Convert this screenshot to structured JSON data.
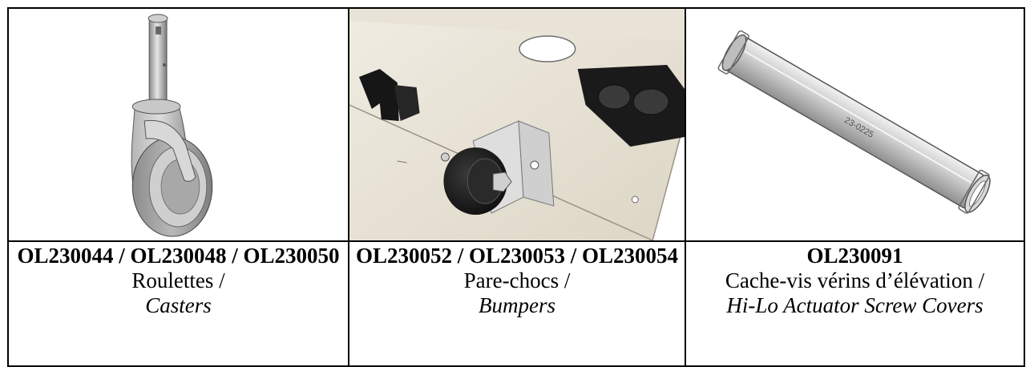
{
  "parts": [
    {
      "part_number": "OL230044 / OL230048 / OL230050",
      "description_fr": "Roulettes /",
      "description_en": "Casters",
      "image_icon": "caster-wheel-icon"
    },
    {
      "part_number": "OL230052 / OL230053 / OL230054",
      "description_fr": "Pare-chocs /",
      "description_en": "Bumpers",
      "image_icon": "bumper-assembly-icon"
    },
    {
      "part_number": "OL230091",
      "description_fr": "Cache-vis vérins d’élévation /",
      "description_en": "Hi-Lo Actuator Screw Covers",
      "image_icon": "screw-cover-tube-icon",
      "image_label": "23-0225"
    }
  ]
}
